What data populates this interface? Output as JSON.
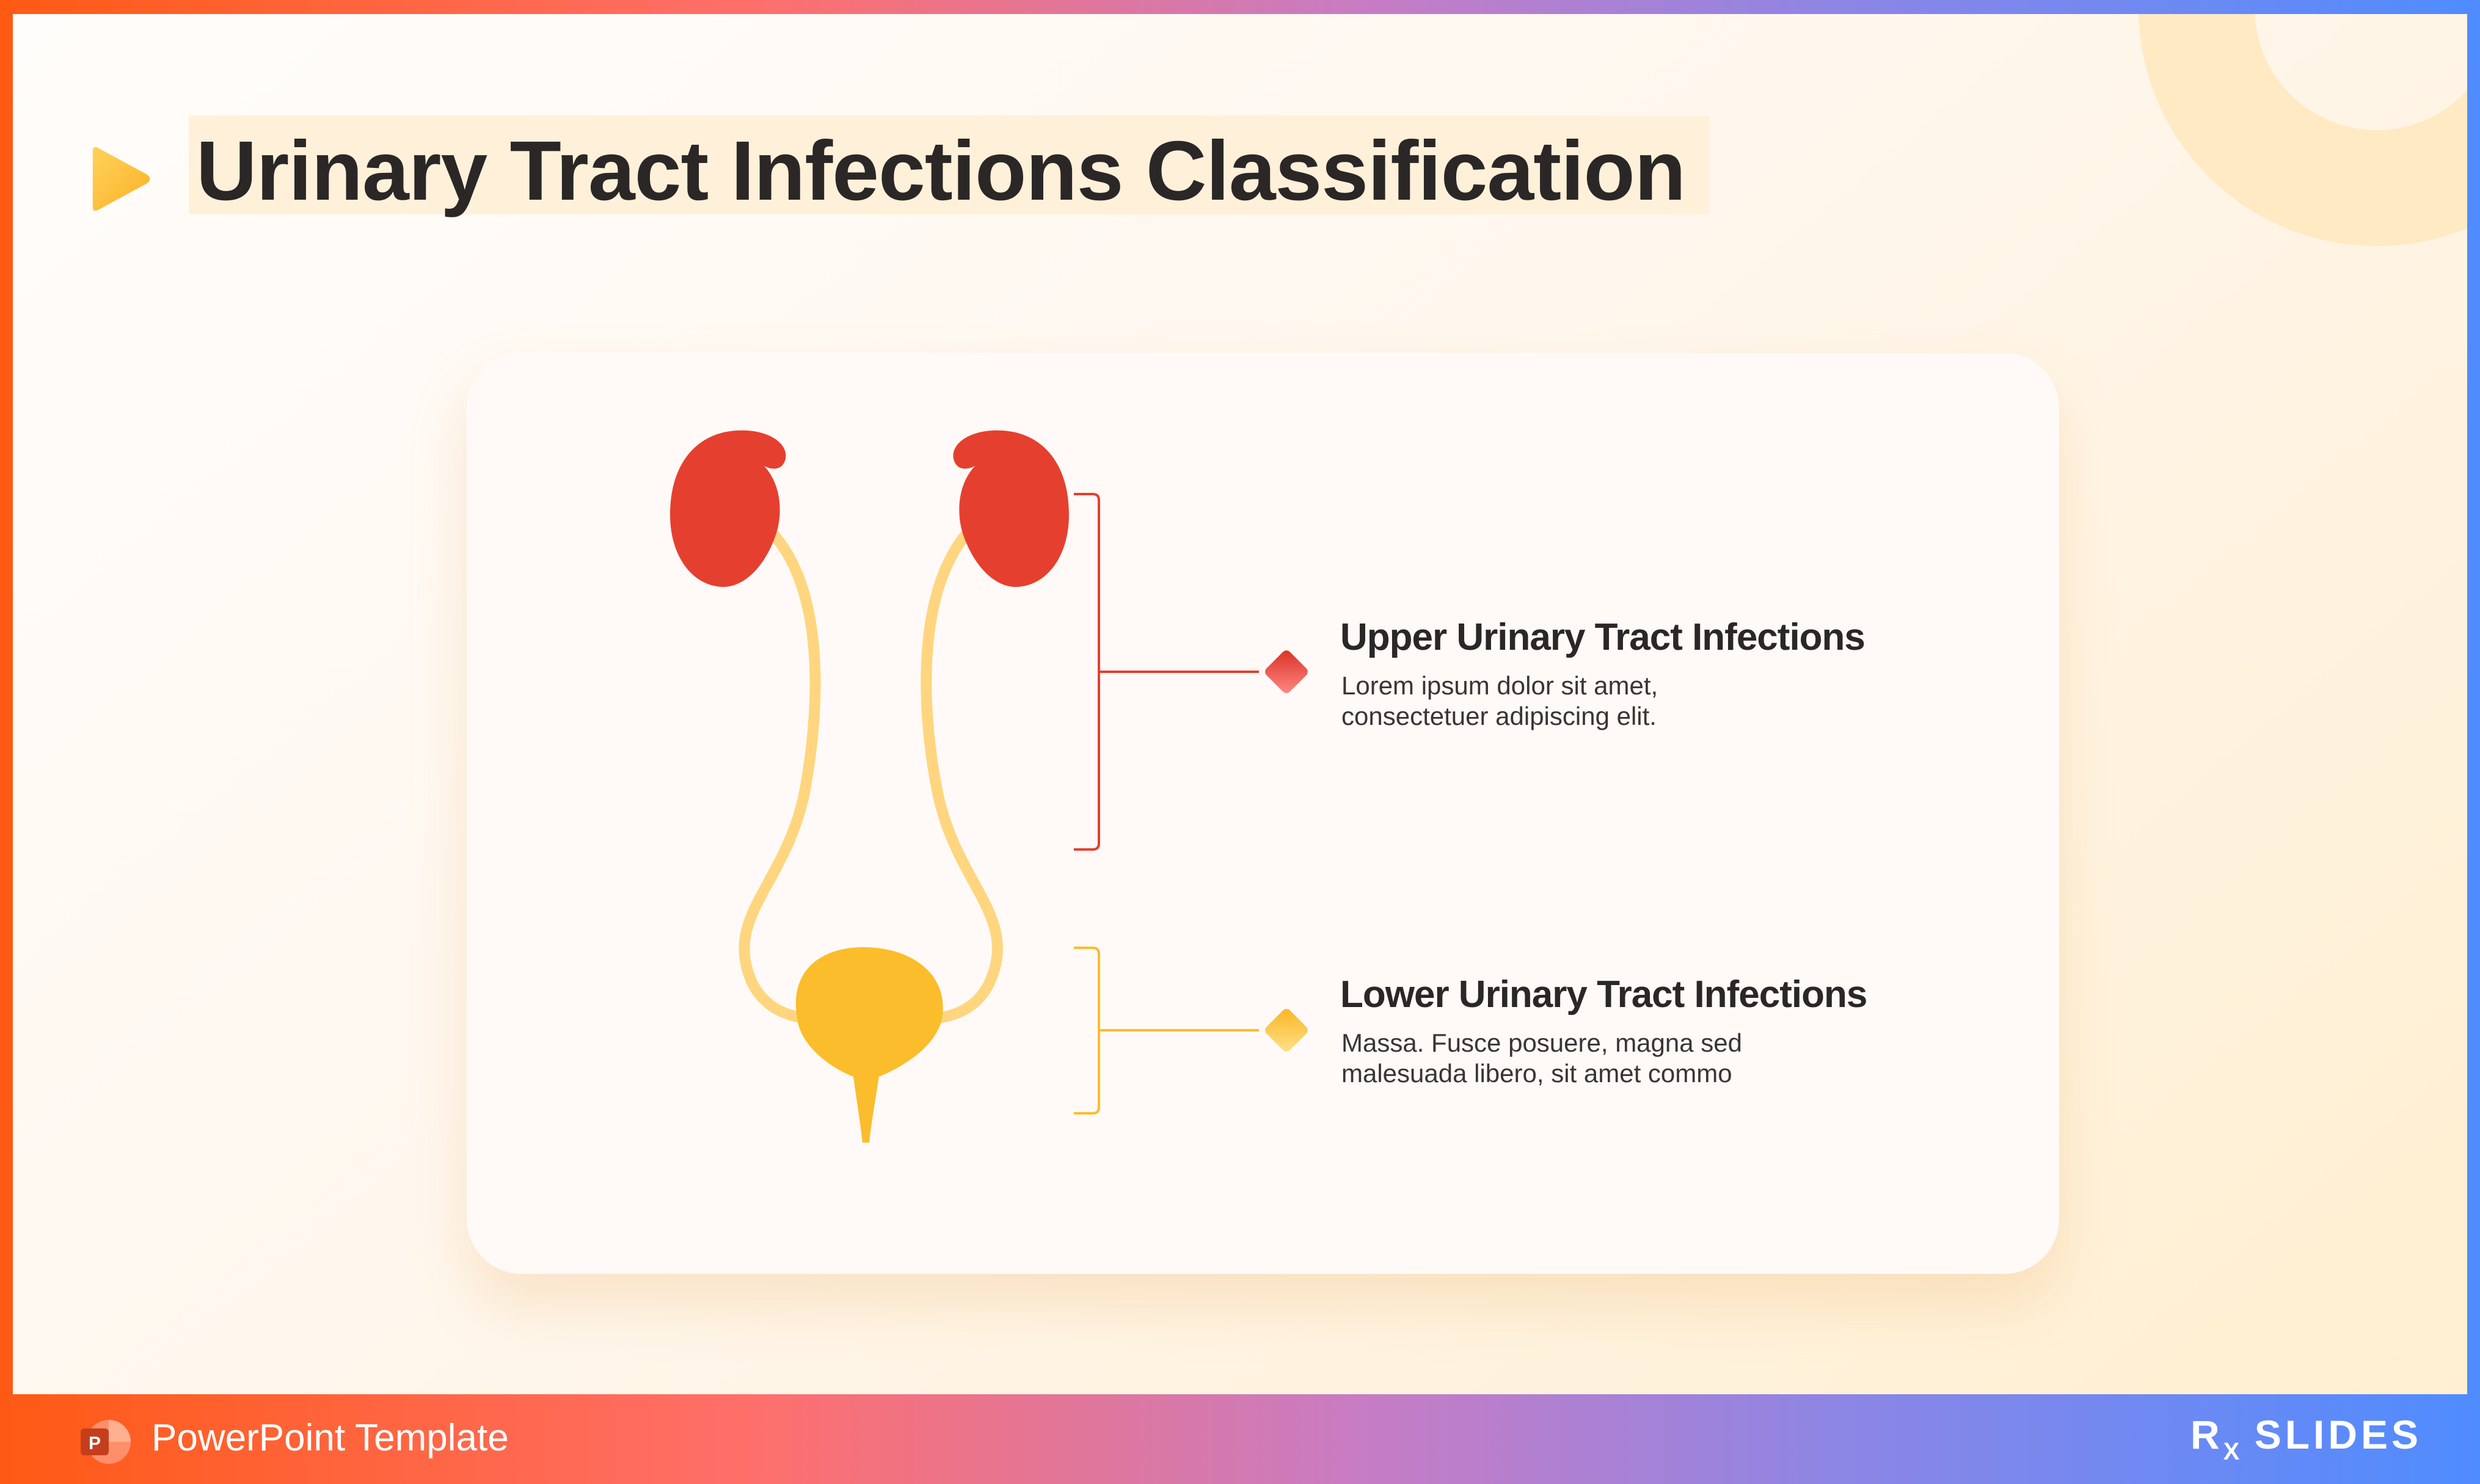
{
  "slide": {
    "title": "Urinary Tract Infections Classification"
  },
  "items": [
    {
      "title": "Upper Urinary Tract Infections",
      "text_line1": "Lorem ipsum dolor sit amet,",
      "text_line2": "consectetuer adipiscing elit.",
      "color": "#e5402f"
    },
    {
      "title": "Lower Urinary Tract Infections",
      "text_line1": "Massa. Fusce posuere, magna sed",
      "text_line2": "malesuada libero, sit amet commo",
      "color": "#fbbd2b"
    }
  ],
  "footer": {
    "label": "PowerPoint Template",
    "brand_r": "R",
    "brand_x": "X",
    "brand_name": "SLIDES"
  },
  "colors": {
    "kidney": "#e5402f",
    "ureter": "#ffd67f",
    "bladder": "#fbbd2b",
    "title_accent": "#fbbd2b"
  }
}
